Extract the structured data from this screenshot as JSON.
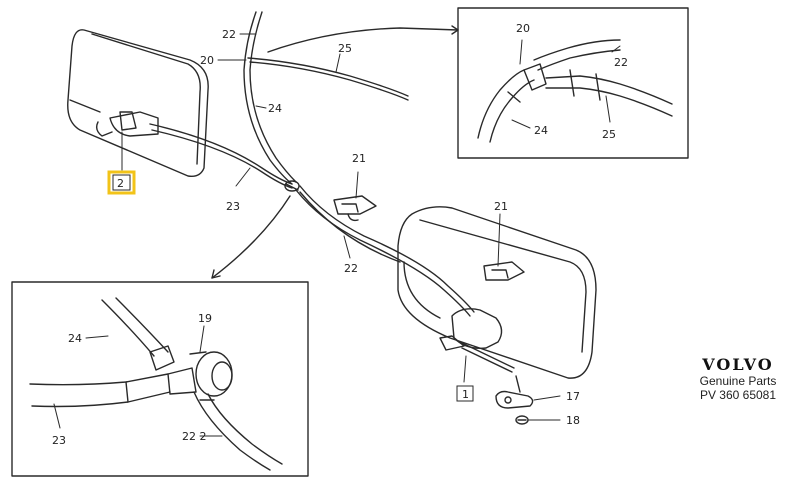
{
  "colors": {
    "line": "#2a2a2a",
    "highlight": "#f2c318",
    "paper": "#ffffff"
  },
  "labels": {
    "l1": "1",
    "l2": "2",
    "l17": "17",
    "l18": "18",
    "l19": "19",
    "l20a": "20",
    "l20b": "20",
    "l21a": "21",
    "l21b": "21",
    "l22a": "22",
    "l22b": "22",
    "l22c": "22",
    "l22d": "22 2",
    "l23a": "23",
    "l23b": "23",
    "l24a": "24",
    "l24b": "24",
    "l24c": "24",
    "l25a": "25",
    "l25b": "25"
  },
  "brand": {
    "logo": "VOLVO",
    "line1": "Genuine Parts",
    "line2": "PV 360 65081"
  }
}
